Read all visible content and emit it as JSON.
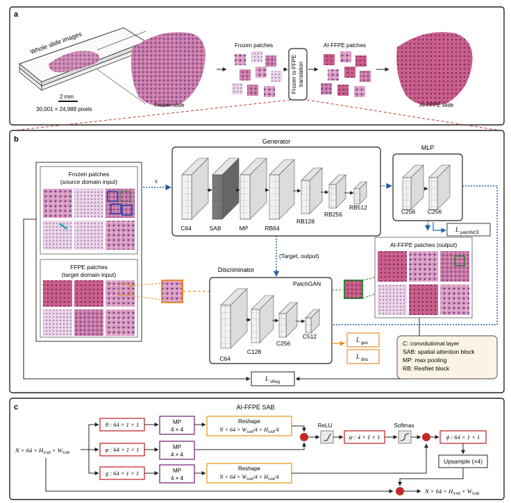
{
  "panel_a": {
    "letter": "a",
    "wsi_label": "Whole slide images",
    "scale_bar": "2 mm",
    "dims": "30,001 × 24,988 pixels",
    "frozen_slide": "Frozen slide",
    "frozen_patches": "Frozen patches",
    "translation_line1": "Frozen to FFPE",
    "translation_line2": "translation",
    "aiffpe_patches": "AI-FFPE patches",
    "aiffpe_slide": "AI-FFPE slide"
  },
  "panel_b": {
    "letter": "b",
    "frozen_title": "Frozen patches",
    "frozen_sub": "(source domain input)",
    "ffpe_title": "FFPE patches",
    "ffpe_sub": "(target domain input)",
    "x_label": "x",
    "generator_title": "Generator",
    "generator_layers": [
      "C64",
      "SAB",
      "MP",
      "RB64",
      "RB128",
      "RB256",
      "RB512"
    ],
    "mlp_title": "MLP",
    "mlp_layers": [
      "C256",
      "C256"
    ],
    "loss_patchnce": "L",
    "loss_patchnce_sub": "patchNCE",
    "target_output": "(Target, output)",
    "discriminator_title": "Discriminator",
    "patchgan": "PatchGAN",
    "disc_layers": [
      "C64",
      "C128",
      "C256",
      "C512"
    ],
    "output_title": "AI-FFPE patches (output)",
    "loss_gen_sub": "gen",
    "loss_disc_sub": "disc",
    "loss_sreg_sub": "sReg",
    "legend": [
      "C: convolutional layer",
      "SAB: spatial attention block",
      "MP: max pooling",
      "RB: ResNet block"
    ]
  },
  "panel_c": {
    "letter": "c",
    "title": "AI-FFPE SAB",
    "input": "N × 64 × H",
    "theta": "θ : 64 × 1 × 1",
    "phi_in": "φ : 64 × 1 × 1",
    "g": "g : 64 × 1 × 1",
    "mp1": "MP",
    "mp_size": "4 × 4",
    "reshape": "Reshape",
    "reshape_dims": "N × 64 × W",
    "relu": "ReLU",
    "psi": "ψ : 4 × 1 × 1",
    "softmax": "Softmax",
    "phi_out": "ϕ : 64 × 1 × 1",
    "upsample": "Upsample (×4)",
    "output": "N × 64 × H"
  },
  "colors": {
    "frame": "#222222",
    "dashed_red": "#c0392b",
    "blue_dotted": "#1f5fa8",
    "orange": "#e8892a",
    "green": "#2e7d32",
    "red_box": "#c62828",
    "purple_box": "#7b2a7b",
    "yellow_box": "#e7a526",
    "legend_bg": "#fbf4e4"
  }
}
